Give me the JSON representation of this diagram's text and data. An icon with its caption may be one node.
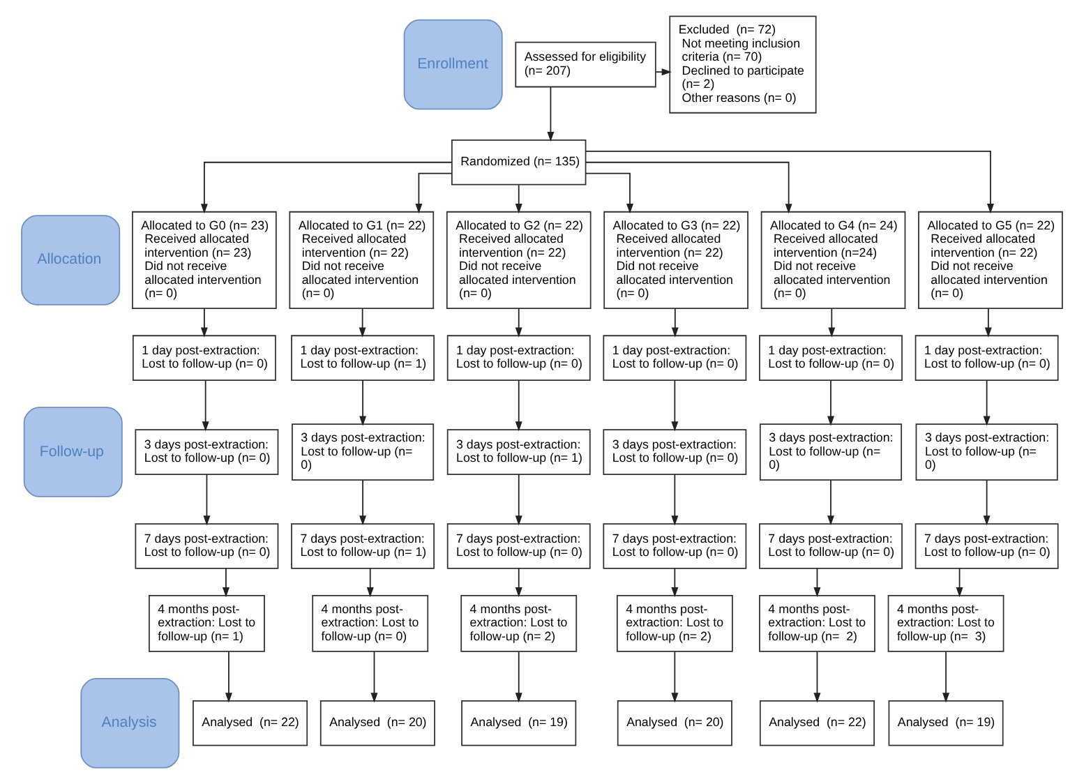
{
  "diagram": {
    "nodes": [
      {
        "text": [
          "Enrollment"
        ]
      },
      {
        "text": [
          "Assessed for eligibility (n= 207)"
        ]
      },
      {
        "text": [
          "Excluded  (n= 72)",
          "Not meeting inclusion criteria (n= 70)",
          "Declined to participate (n= 2)",
          "Other reasons (n= 0)"
        ]
      },
      {
        "text": [
          "Randomized (n= 135)"
        ]
      },
      {
        "text": [
          "Allocation"
        ]
      },
      {
        "text": [
          "Allocated to G0 (n= 23)",
          "Received allocated intervention (n= 23)",
          "Did not receive allocated intervention (n= 0)"
        ]
      },
      {
        "text": [
          "Allocated to G1 (n= 22)",
          "Received allocated intervention (n= 22)",
          "Did not receive allocated intervention (n= 0)"
        ]
      },
      {
        "text": [
          "Allocated to G2 (n= 22)",
          "Received allocated intervention (n= 22)",
          "Did not receive allocated intervention (n= 0)"
        ]
      },
      {
        "text": [
          "Allocated to G3 (n= 22)",
          "Received allocated intervention (n= 22)",
          "Did not receive allocated intervention (n= 0)"
        ]
      },
      {
        "text": [
          "Allocated to G4 (n= 24)",
          "Received allocated intervention (n=24)",
          "Did not receive allocated intervention (n= 0)"
        ]
      },
      {
        "text": [
          "Allocated to G5 (n= 22)",
          "Received allocated intervention (n= 22)",
          "Did not receive allocated intervention (n= 0)"
        ]
      },
      {
        "text": [
          "Follow-up"
        ]
      },
      {
        "text": [
          "1 day post-extraction: Lost to follow-up (n= 0)"
        ]
      },
      {
        "text": [
          "1 day post-extraction: Lost to follow-up (n= 1)"
        ]
      },
      {
        "text": [
          "1 day post-extraction: Lost to follow-up (n= 0)"
        ]
      },
      {
        "text": [
          "1 day post-extraction: Lost to follow-up (n= 0)"
        ]
      },
      {
        "text": [
          "1 day post-extraction: Lost to follow-up (n= 0)"
        ]
      },
      {
        "text": [
          "1 day post-extraction: Lost to follow-up (n= 0)"
        ]
      },
      {
        "text": [
          "3 days post-extraction: Lost to follow-up (n= 0)"
        ]
      },
      {
        "text": [
          "3 days post-extraction: Lost to follow-up (n=  0)"
        ]
      },
      {
        "text": [
          "3 days post-extraction: Lost to follow-up (n= 1)"
        ]
      },
      {
        "text": [
          "3 days post-extraction: Lost to follow-up (n= 0)"
        ]
      },
      {
        "text": [
          "3 days post-extraction: Lost to follow-up (n=  0)"
        ]
      },
      {
        "text": [
          "3 days post-extraction: Lost to follow-up (n=  0)"
        ]
      },
      {
        "text": [
          "7 days post-extraction: Lost to follow-up (n= 0)"
        ]
      },
      {
        "text": [
          "7 days post-extraction: Lost to follow-up (n= 1)"
        ]
      },
      {
        "text": [
          "7 days post-extraction: Lost to follow-up (n= 0)"
        ]
      },
      {
        "text": [
          "7 days post-extraction: Lost to follow-up (n= 0)"
        ]
      },
      {
        "text": [
          "7 days post-extraction: Lost to follow-up (n= 0)"
        ]
      },
      {
        "text": [
          "7 days post-extraction: Lost to follow-up (n= 0)"
        ]
      },
      {
        "text": [
          "4 months post-extraction: Lost to follow-up (n= 1)"
        ]
      },
      {
        "text": [
          "4 months post-extraction: Lost to follow-up (n= 0)"
        ]
      },
      {
        "text": [
          "4 months post-extraction: Lost to follow-up (n= 2)"
        ]
      },
      {
        "text": [
          "4 months post-extraction: Lost to follow-up (n= 2)"
        ]
      },
      {
        "text": [
          "4 months post-extraction: Lost to follow-up (n=  2)"
        ]
      },
      {
        "text": [
          "4 months post-extraction: Lost to follow-up (n=  3)"
        ]
      },
      {
        "text": [
          "Analysis"
        ]
      },
      {
        "text": [
          "Analysed  (n= 22)"
        ]
      },
      {
        "text": [
          "Analysed  (n= 20)"
        ]
      },
      {
        "text": [
          "Analysed  (n= 19)"
        ]
      },
      {
        "text": [
          "Analysed  (n= 20)"
        ]
      },
      {
        "text": [
          "Analysed  (n= 22)"
        ]
      },
      {
        "text": [
          "Analysed  (n= 19)"
        ]
      }
    ],
    "edges": [
      {
        "from": 1,
        "to": 3,
        "arrow": "to"
      },
      {
        "from": 1,
        "to": 2,
        "arrow": "to"
      },
      {
        "from": 3,
        "to": 5,
        "arrow": "to"
      },
      {
        "from": 3,
        "to": 6,
        "arrow": "to"
      },
      {
        "from": 3,
        "to": 7,
        "arrow": "to"
      },
      {
        "from": 3,
        "to": 8,
        "arrow": "to"
      },
      {
        "from": 3,
        "to": 9,
        "arrow": "to"
      },
      {
        "from": 3,
        "to": 10,
        "arrow": "to"
      },
      {
        "from": 5,
        "to": 12,
        "arrow": "to"
      },
      {
        "from": 6,
        "to": 13,
        "arrow": "to"
      },
      {
        "from": 7,
        "to": 14,
        "arrow": "to"
      },
      {
        "from": 8,
        "to": 15,
        "arrow": "to"
      },
      {
        "from": 9,
        "to": 16,
        "arrow": "to"
      },
      {
        "from": 10,
        "to": 17,
        "arrow": "to"
      },
      {
        "from": 12,
        "to": 18,
        "arrow": "to"
      },
      {
        "from": 13,
        "to": 19,
        "arrow": "to"
      },
      {
        "from": 14,
        "to": 20,
        "arrow": "to"
      },
      {
        "from": 15,
        "to": 21,
        "arrow": "to"
      },
      {
        "from": 16,
        "to": 22,
        "arrow": "to"
      },
      {
        "from": 17,
        "to": 23,
        "arrow": "to"
      },
      {
        "from": 18,
        "to": 24,
        "arrow": "to"
      },
      {
        "from": 19,
        "to": 25,
        "arrow": "to"
      },
      {
        "from": 20,
        "to": 26,
        "arrow": "to"
      },
      {
        "from": 21,
        "to": 27,
        "arrow": "to"
      },
      {
        "from": 22,
        "to": 28,
        "arrow": "to"
      },
      {
        "from": 23,
        "to": 29,
        "arrow": "to"
      },
      {
        "from": 24,
        "to": 30,
        "arrow": "to"
      },
      {
        "from": 25,
        "to": 31,
        "arrow": "to"
      },
      {
        "from": 26,
        "to": 32,
        "arrow": "to"
      },
      {
        "from": 27,
        "to": 33,
        "arrow": "to"
      },
      {
        "from": 28,
        "to": 34,
        "arrow": "to"
      },
      {
        "from": 29,
        "to": 35,
        "arrow": "to"
      },
      {
        "from": 30,
        "to": 37,
        "arrow": "to"
      },
      {
        "from": 31,
        "to": 38,
        "arrow": "to"
      },
      {
        "from": 32,
        "to": 39,
        "arrow": "to"
      },
      {
        "from": 33,
        "to": 40,
        "arrow": "to"
      },
      {
        "from": 34,
        "to": 41,
        "arrow": "to"
      },
      {
        "from": 35,
        "to": 42,
        "arrow": "to"
      }
    ]
  }
}
